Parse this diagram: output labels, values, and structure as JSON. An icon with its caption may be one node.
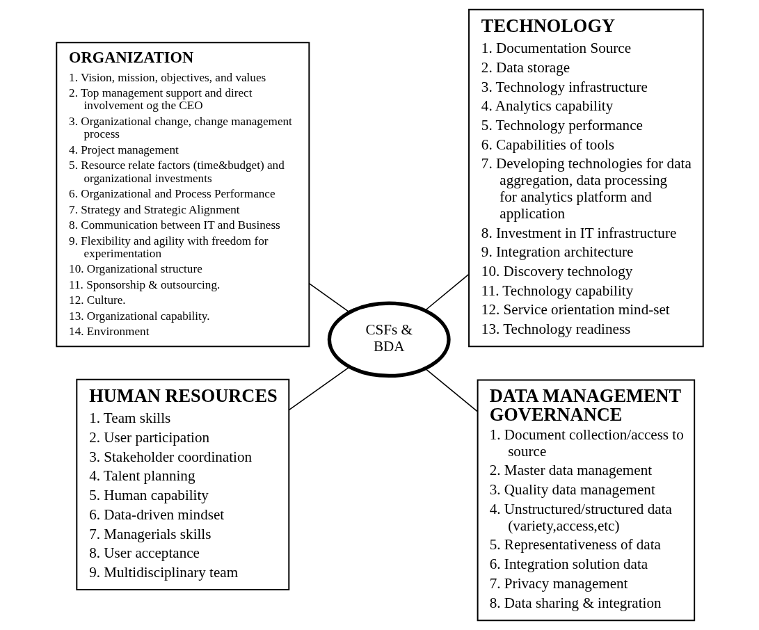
{
  "diagram": {
    "nodes": [
      {
        "text": [
          "ORGANIZATION",
          "1. Vision, mission, objectives, and values",
          "2. Top management support and direct involvement og the CEO",
          "3. Organizational change, change management process",
          "4. Project management",
          "5. Resource relate factors (time&budget) and organizational investments",
          "6. Organizational and Process Performance",
          "7. Strategy and Strategic Alignment",
          "8. Communication between IT and Business",
          "9. Flexibility and agility with freedom for experimentation",
          "10. Organizational structure",
          "11. Sponsorship & outsourcing.",
          "12. Culture.",
          "13. Organizational capability.",
          "14. Environment"
        ]
      },
      {
        "text": [
          "TECHNOLOGY",
          "1. Documentation Source",
          "2. Data storage",
          "3. Technology infrastructure",
          "4. Analytics capability",
          "5. Technology performance",
          "6. Capabilities of tools",
          "7. Developing technologies for data aggregation, data processing for analytics platform and application",
          "8. Investment in IT infrastructure",
          "9. Integration architecture",
          "10. Discovery technology",
          "11. Technology capability",
          "12. Service orientation mind-set",
          "13. Technology readiness"
        ]
      },
      {
        "text": [
          "CSFs & BDA"
        ]
      },
      {
        "text": [
          "HUMAN RESOURCES",
          "1. Team skills",
          "2. User participation",
          "3. Stakeholder coordination",
          "4. Talent planning",
          "5. Human capability",
          "6. Data-driven mindset",
          "7. Managerials skills",
          "8. User acceptance",
          "9. Multidisciplinary team"
        ]
      },
      {
        "text": [
          "DATA MANAGEMENT GOVERNANCE",
          "1. Document collection/access to source",
          "2. Master data management",
          "3. Quality data management",
          "4. Unstructured/structured data (variety,access,etc)",
          "5. Representativeness of data",
          "6. Integration solution data",
          "7. Privacy management",
          "8. Data sharing & integration"
        ]
      }
    ],
    "edges": [
      {
        "from": 0,
        "to": 2,
        "arrow": "none"
      },
      {
        "from": 2,
        "to": 1,
        "arrow": "none"
      },
      {
        "from": 3,
        "to": 2,
        "arrow": "none"
      },
      {
        "from": 2,
        "to": 4,
        "arrow": "none"
      }
    ]
  }
}
